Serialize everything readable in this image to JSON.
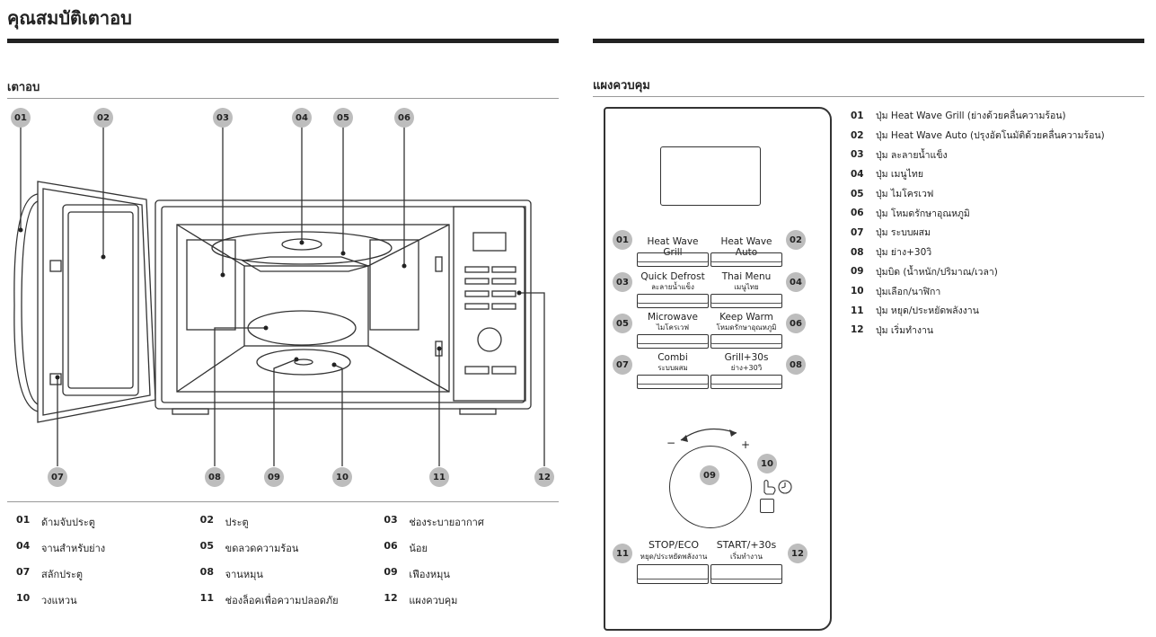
{
  "page_title": "คุณสมบัติเตาอบ",
  "left_section_title": "เตาอบ",
  "right_section_title": "แผงควบคุม",
  "oven_callouts_top": [
    "01",
    "02",
    "03",
    "04",
    "05",
    "06"
  ],
  "oven_callouts_bottom": [
    "07",
    "08",
    "09",
    "10",
    "11",
    "12"
  ],
  "oven_parts": [
    {
      "num": "01",
      "label": "ด้ามจับประตู"
    },
    {
      "num": "02",
      "label": "ประตู"
    },
    {
      "num": "03",
      "label": "ช่องระบายอากาศ"
    },
    {
      "num": "04",
      "label": "จานสำหรับย่าง"
    },
    {
      "num": "05",
      "label": "ขดลวดความร้อน"
    },
    {
      "num": "06",
      "label": "น้อย"
    },
    {
      "num": "07",
      "label": "สลักประตู"
    },
    {
      "num": "08",
      "label": "จานหมุน"
    },
    {
      "num": "09",
      "label": "เฟืองหมุน"
    },
    {
      "num": "10",
      "label": "วงแหวน"
    },
    {
      "num": "11",
      "label": "ช่องล็อคเพื่อความปลอดภัย"
    },
    {
      "num": "12",
      "label": "แผงควบคุม"
    }
  ],
  "panel_buttons": [
    {
      "left_num": "01",
      "right_num": "02",
      "left_label": "Heat Wave Grill",
      "left_sub": "",
      "right_label": "Heat Wave Auto",
      "right_sub": ""
    },
    {
      "left_num": "03",
      "right_num": "04",
      "left_label": "Quick Defrost",
      "left_sub": "ละลายน้ำแข็ง",
      "right_label": "Thai Menu",
      "right_sub": "เมนูไทย"
    },
    {
      "left_num": "05",
      "right_num": "06",
      "left_label": "Microwave",
      "left_sub": "ไมโครเวฟ",
      "right_label": "Keep Warm",
      "right_sub": "โหมดรักษาอุณหภูมิ"
    },
    {
      "left_num": "07",
      "right_num": "08",
      "left_label": "Combi",
      "left_sub": "ระบบผสม",
      "right_label": "Grill+30s",
      "right_sub": "ย่าง+30วิ"
    }
  ],
  "dial": {
    "num": "09",
    "minus": "−",
    "plus": "+",
    "select_num": "10"
  },
  "bottom_buttons": {
    "left_num": "11",
    "right_num": "12",
    "left_label": "STOP/ECO",
    "left_sub": "หยุด/ประหยัดพลังงาน",
    "right_label": "START/+30s",
    "right_sub": "เริ่มทำงาน"
  },
  "panel_list": [
    {
      "num": "01",
      "label": "ปุ่ม Heat Wave Grill (ย่างด้วยคลื่นความร้อน)"
    },
    {
      "num": "02",
      "label": "ปุ่ม Heat Wave Auto (ปรุงอัตโนมัติด้วยคลื่นความร้อน)"
    },
    {
      "num": "03",
      "label": "ปุ่ม ละลายน้ำแข็ง"
    },
    {
      "num": "04",
      "label": "ปุ่ม เมนูไทย"
    },
    {
      "num": "05",
      "label": "ปุ่ม ไมโครเวฟ"
    },
    {
      "num": "06",
      "label": "ปุ่ม โหมดรักษาอุณหภูมิ"
    },
    {
      "num": "07",
      "label": "ปุ่ม ระบบผสม"
    },
    {
      "num": "08",
      "label": "ปุ่ม ย่าง+30วิ"
    },
    {
      "num": "09",
      "label": "ปุ่มบิด (น้ำหนัก/ปริมาณ/เวลา)"
    },
    {
      "num": "10",
      "label": "ปุ่มเลือก/นาฬิกา"
    },
    {
      "num": "11",
      "label": "ปุ่ม หยุด/ประหยัดพลังงาน"
    },
    {
      "num": "12",
      "label": "ปุ่ม เริ่มทำงาน"
    }
  ]
}
